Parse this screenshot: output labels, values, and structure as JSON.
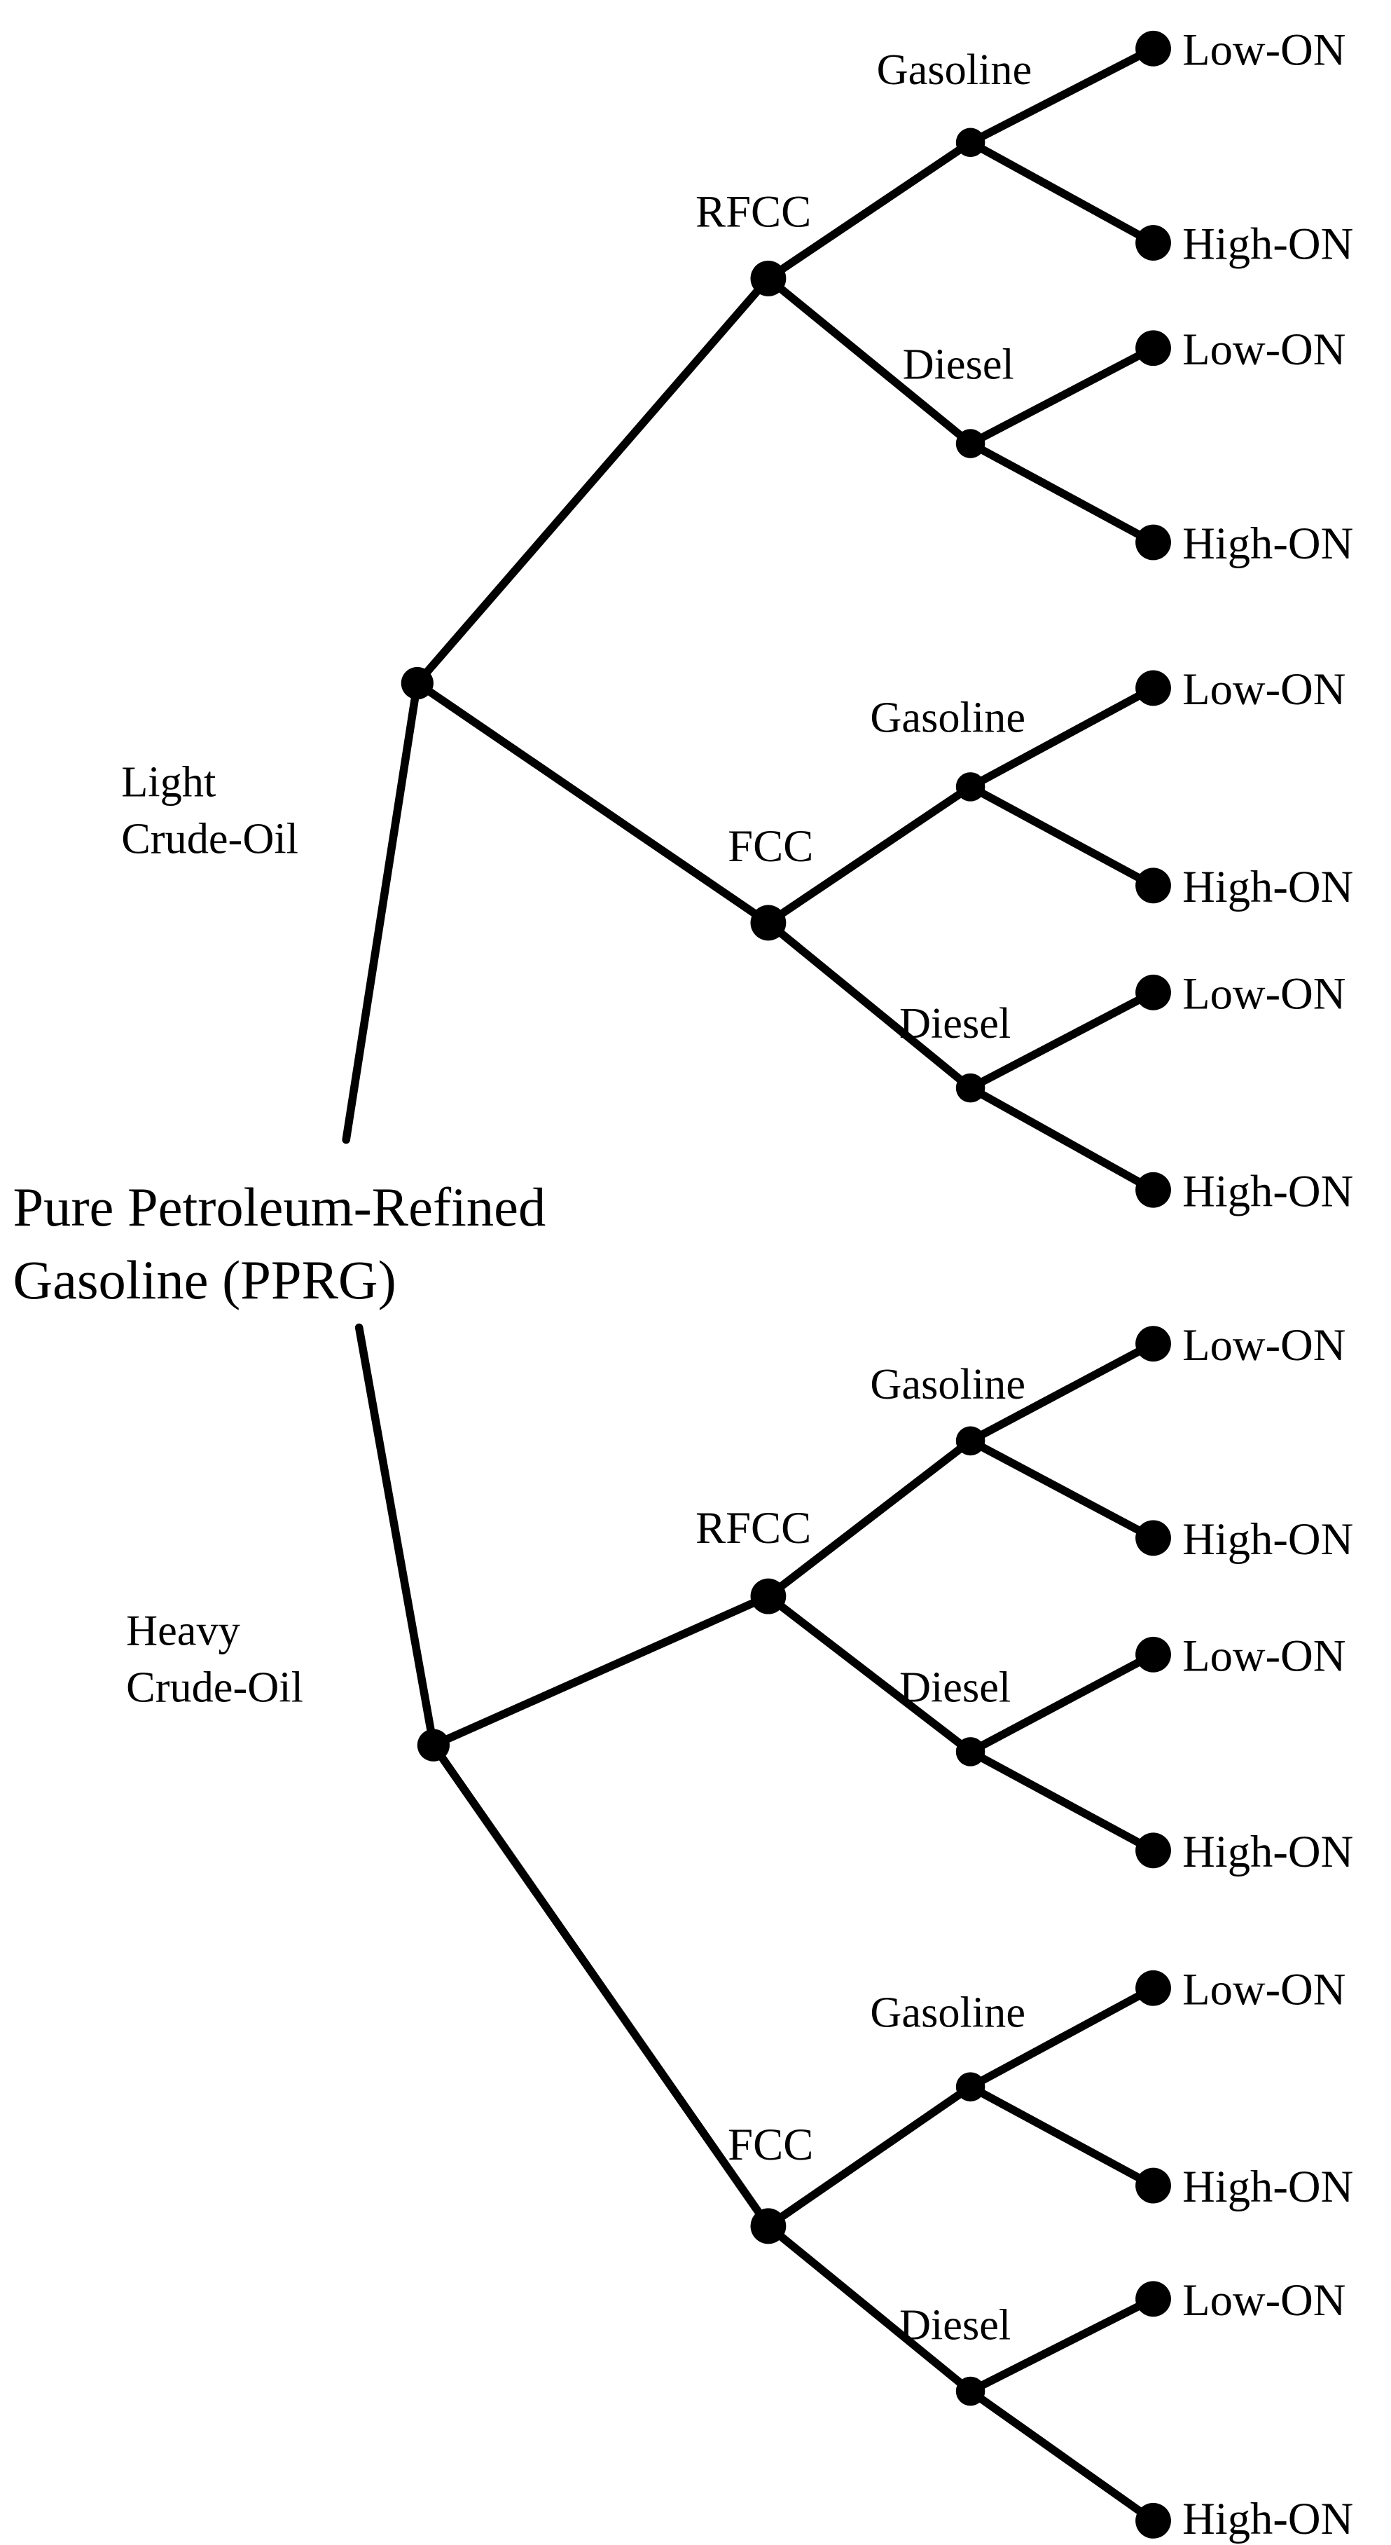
{
  "colors": {
    "line": "#000000",
    "background": "#ffffff",
    "node": "#000000"
  },
  "tree": {
    "root": {
      "label": "Pure Petroleum-Refined Gasoline (PPRG)",
      "label_lines": [
        "Pure Petroleum-Refined",
        "Gasoline (PPRG)"
      ]
    },
    "crude_oils": [
      {
        "label": "Light Crude-Oil",
        "label_lines": [
          "Light",
          "Crude-Oil"
        ],
        "processes": [
          {
            "label": "RFCC",
            "products": [
              {
                "label": "Gasoline",
                "octane": [
                  "Low-ON",
                  "High-ON"
                ]
              },
              {
                "label": "Diesel",
                "octane": [
                  "Low-ON",
                  "High-ON"
                ]
              }
            ]
          },
          {
            "label": "FCC",
            "products": [
              {
                "label": "Gasoline",
                "octane": [
                  "Low-ON",
                  "High-ON"
                ]
              },
              {
                "label": "Diesel",
                "octane": [
                  "Low-ON",
                  "High-ON"
                ]
              }
            ]
          }
        ]
      },
      {
        "label": "Heavy Crude-Oil",
        "label_lines": [
          "Heavy",
          "Crude-Oil"
        ],
        "processes": [
          {
            "label": "RFCC",
            "products": [
              {
                "label": "Gasoline",
                "octane": [
                  "Low-ON",
                  "High-ON"
                ]
              },
              {
                "label": "Diesel",
                "octane": [
                  "Low-ON",
                  "High-ON"
                ]
              }
            ]
          },
          {
            "label": "FCC",
            "products": [
              {
                "label": "Gasoline",
                "octane": [
                  "Low-ON",
                  "High-ON"
                ]
              },
              {
                "label": "Diesel",
                "octane": [
                  "Low-ON",
                  "High-ON"
                ]
              }
            ]
          }
        ]
      }
    ]
  }
}
